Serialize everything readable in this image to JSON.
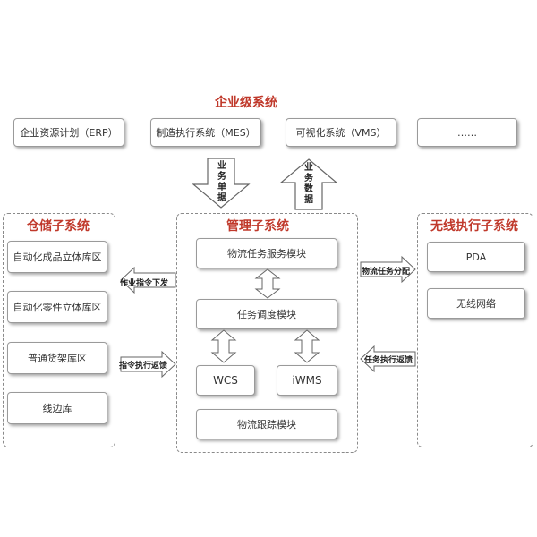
{
  "enterprise": {
    "title": "企业级系统",
    "items": [
      "企业资源计划（ERP）",
      "制造执行系统（MES）",
      "可视化系统（VMS）",
      "……"
    ]
  },
  "links": {
    "down": [
      "业",
      "务",
      "单",
      "据"
    ],
    "up": [
      "业",
      "务",
      "数",
      "据"
    ],
    "to_storage": "作业指令下发",
    "from_storage": "指令执行返馈",
    "to_wireless": "物流任务分配",
    "from_wireless": "任务执行返馈"
  },
  "storage": {
    "title": "仓储子系统",
    "items": [
      "自动化成品立体库区",
      "自动化零件立体库区",
      "普通货架库区",
      "线边库"
    ]
  },
  "management": {
    "title": "管理子系统",
    "service": "物流任务服务模块",
    "dispatch": "任务调度模块",
    "wcs": "WCS",
    "iwms": "iWMS",
    "tracking": "物流跟踪模块"
  },
  "wireless": {
    "title": "无线执行子系统",
    "items": [
      "PDA",
      "无线网络"
    ]
  }
}
